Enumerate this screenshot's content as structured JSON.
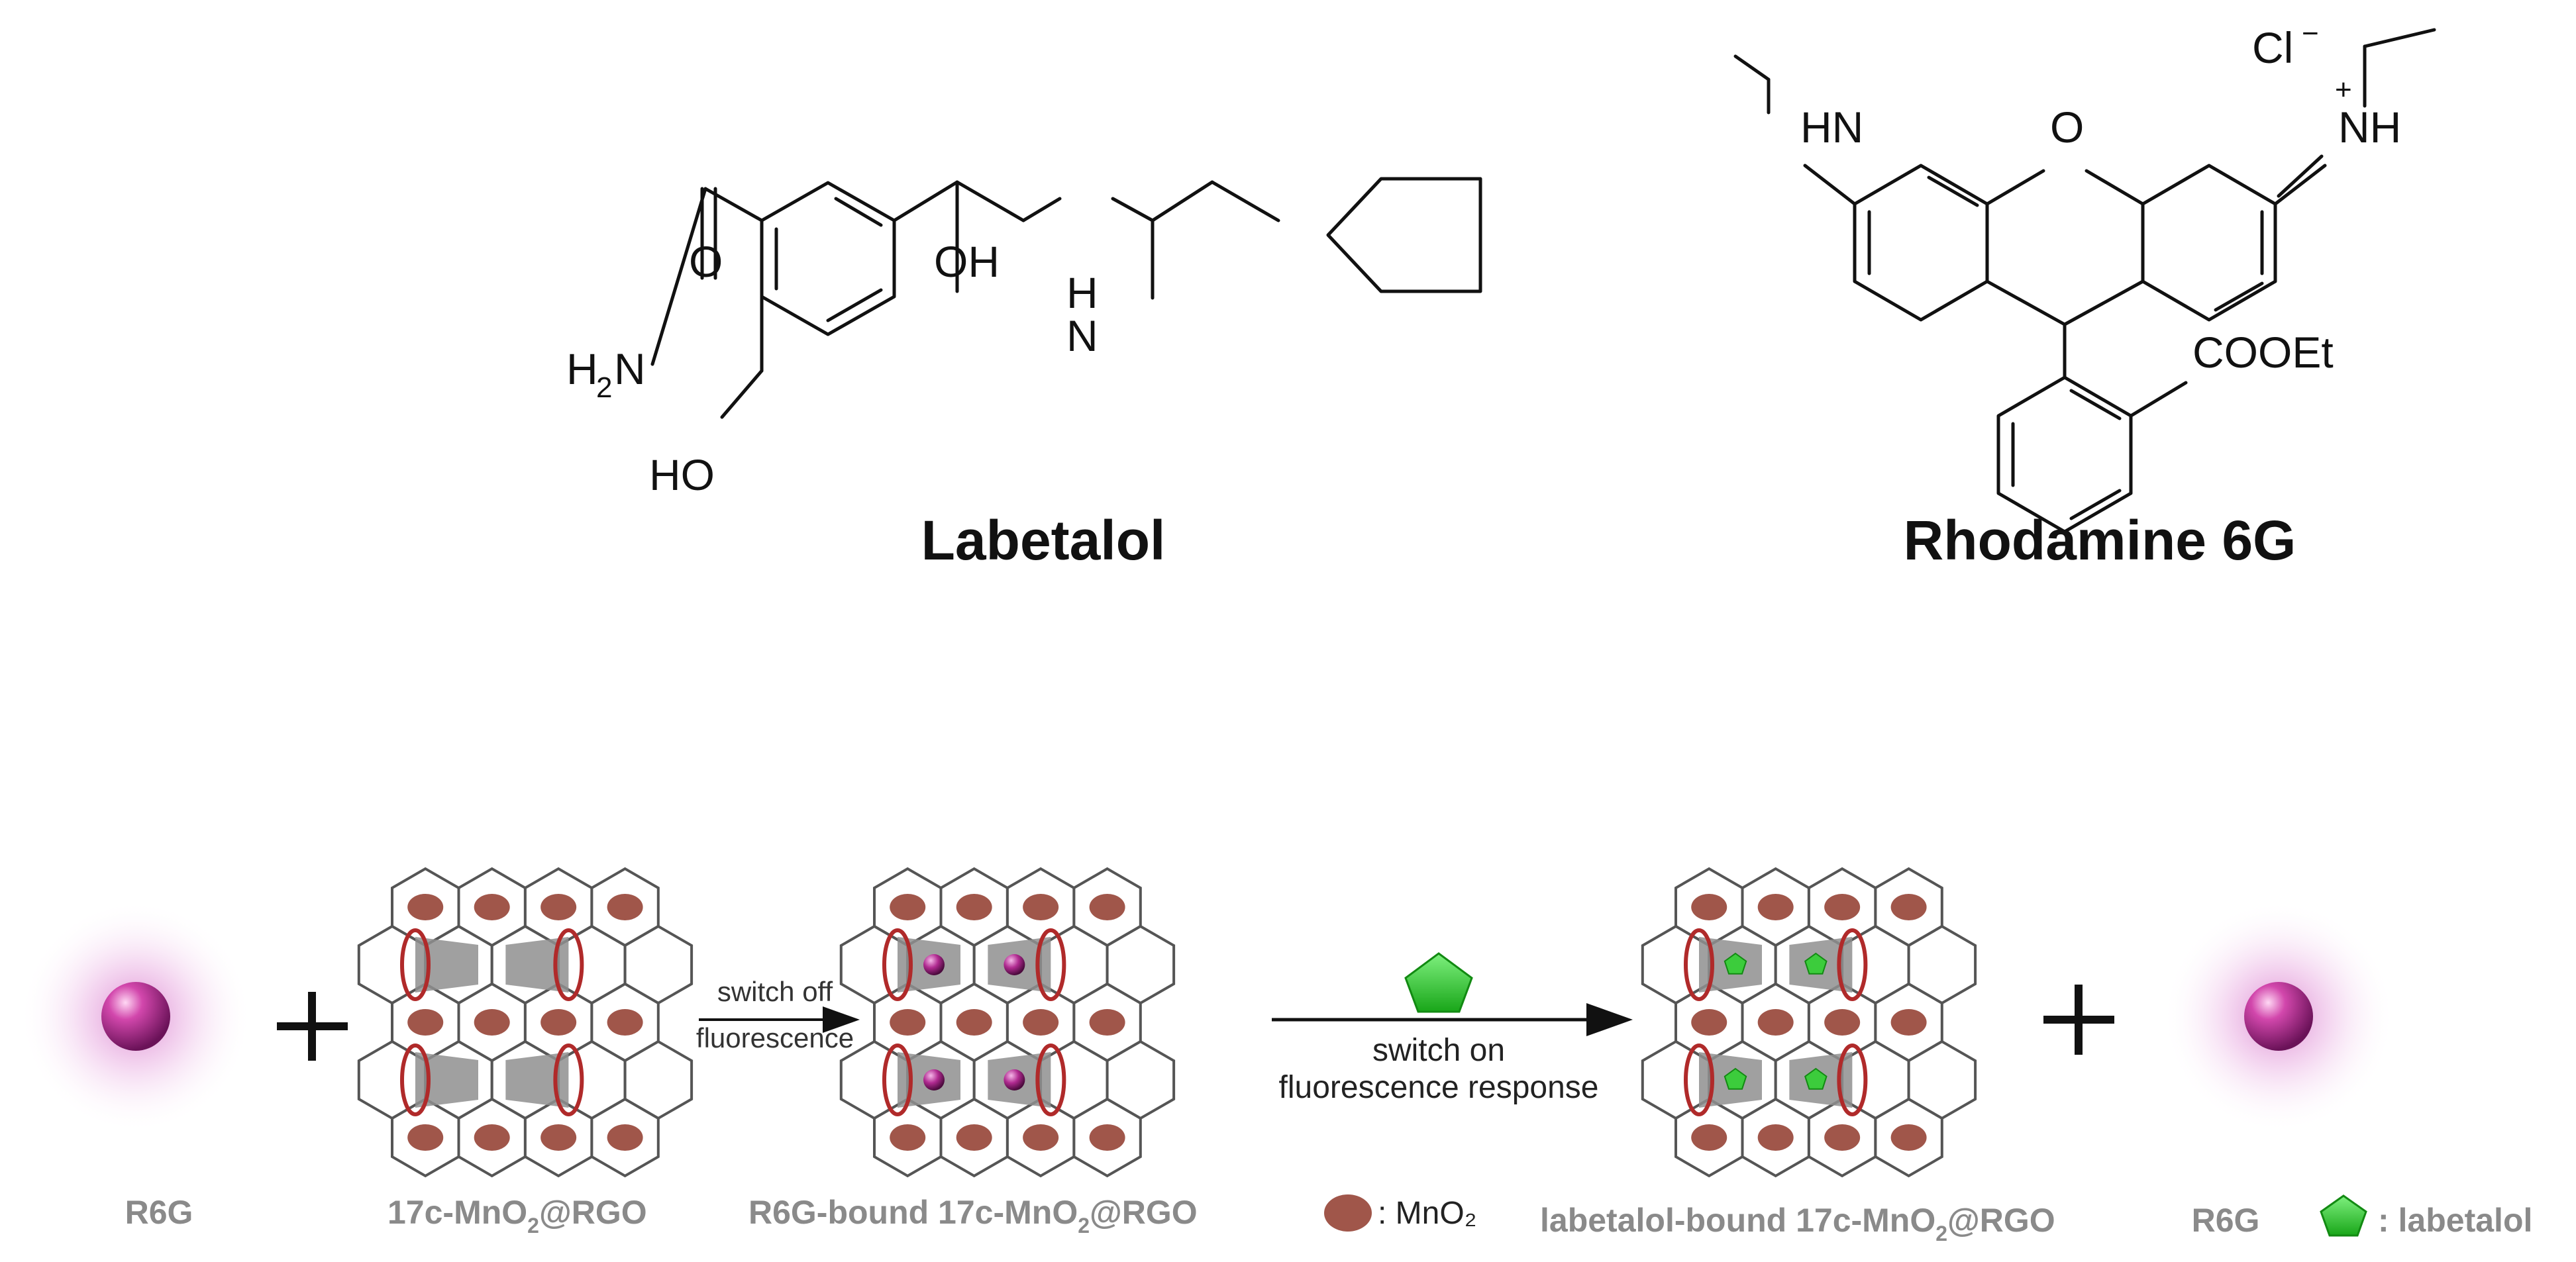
{
  "labetalol": {
    "title": "Labetalol",
    "atoms": {
      "o": "O",
      "h2n": "H",
      "h2n_sub": "2",
      "h2n_n": "N",
      "oh": "OH",
      "h": "H",
      "n": "N",
      "ho": "HO"
    }
  },
  "rhodamine": {
    "title": "Rhodamine 6G",
    "atoms": {
      "cl": "Cl",
      "cl_charge": "−",
      "hn": "HN",
      "o": "O",
      "nh": "NH",
      "plus": "+",
      "cooet": "COOEt"
    }
  },
  "scheme": {
    "arrow1": {
      "line1": "switch off",
      "line2": "fluorescence"
    },
    "arrow2": {
      "line1": "switch on",
      "line2": "fluorescence response"
    },
    "captions": {
      "r6g_left": "R6G",
      "mno2_rgo_a": "17c-MnO",
      "mno2_rgo_b": "2",
      "mno2_rgo_c": "@RGO",
      "r6g_bound_a": "R6G-bound 17c-MnO",
      "r6g_bound_b": "2",
      "r6g_bound_c": "@RGO",
      "mno2_legend": ": MnO₂",
      "lab_bound_a": "labetalol-bound 17c-MnO",
      "lab_bound_b": "2",
      "lab_bound_c": "@RGO",
      "r6g_right": "R6G",
      "lab_legend": ":  labetalol"
    },
    "colors": {
      "mno2": "#a0564a",
      "r6g": "#c0389a",
      "labetalol": "#2fbf2f",
      "pore_ring": "#b02a2a"
    }
  }
}
